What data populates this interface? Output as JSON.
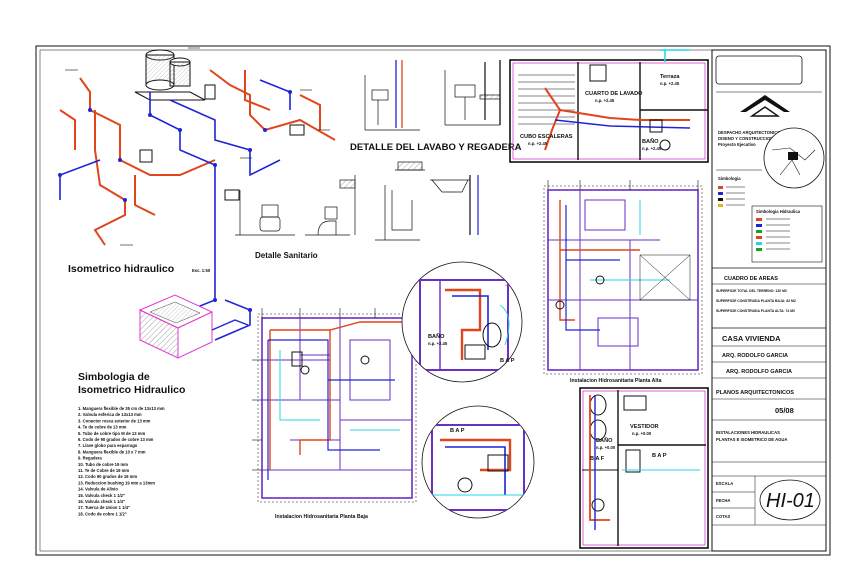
{
  "titles": {
    "detalle_lavabo": "DETALLE DEL LAVABO Y REGADERA",
    "detalle_sanitario": "Detalle Sanitario",
    "isometrico": "Isometrico hidraulico",
    "isometrico_scale": "Esc. 1:50",
    "simbologia_l1": "Simbologia de",
    "simbologia_l2": "Isometrico Hidraulico",
    "plan_low": "Instalacion Hidrosanitaria Planta Baja",
    "plan_high": "Instalacion Hidrosanitaria Planta Alta"
  },
  "legend": [
    "1. Manguera flexible de 35 cm de 13x13 mm",
    "2. Valvula esferica de 13x13 mm",
    "3. Conector rosca exterior de 13 mm",
    "4. Te de cobre de 13 mm",
    "5. Tubo de cobre tipo M de 13 mm",
    "6. Codo de 90 grados de cobre 13 mm",
    "7. Llave globo para esparrago",
    "8. Manguera flexible de 10 x 7 mm",
    "9. Regadera",
    "10. Tubo de cobre 19 mm",
    "11. Te de Cobre de 19 mm",
    "12. Codo 90 grados de 19 mm",
    "13. Reduccion bushing 19 mm a 13mm",
    "14. Valvula de Alivio",
    "15. Valvula check 1 1/2\"",
    "16. Valvula check 1 1/4\"",
    "17. Tuerca de Union 1 1/4\"",
    "18. Codo de cobre 1 1/2\""
  ],
  "rooms": {
    "cuarto_lavado": "CUARTO DE LAVADO",
    "cuarto_lavado_level": "n.p. +2.45",
    "terraza": "Terraza",
    "terraza_level": "n.p. +2.45",
    "cubo_escaleras": "CUBO ESCALERAS",
    "cubo_level": "n.p. +2.45",
    "bano_top": "BAÑO",
    "bano_top_level": "n.p. +2.45",
    "bano_mid": "BAÑO",
    "bano_mid_level": "n.p. +2.45",
    "bano_low": "BAÑO",
    "bano_low_level": "n.p. +0.00",
    "vestidor": "VESTIDOR",
    "vestidor_level": "n.p. +0.00",
    "baf": "B A F",
    "bap1": "B A P",
    "bap2": "B A P",
    "bap3": "B A P"
  },
  "titleblock": {
    "cuadro_areas": "CUADRO DE AREAS",
    "area_1": "SUPERFICIE TOTAL DEL TERRENO: 120 M2",
    "area_2": "SUPERFICIE CONSTRUIDA PLANTA BAJA: 82 M2",
    "area_3": "SUPERFICIE CONSTRUIDA PLANTA ALTA: 74 M2",
    "project": "CASA VIVIENDA",
    "architect1": "ARQ. RODOLFO GARCIA",
    "architect2": "ARQ. RODOLFO GARCIA",
    "plan_type": "PLANOS ARQUITECTONICOS",
    "sheet_no": "05/08",
    "description_1": "INSTALACIONES HIDRAULICAS",
    "description_2": "PLANTAS E ISOMETRICO DE AGUA",
    "code": "HI-01",
    "label_escala": "ESCALA",
    "label_fecha": "FECHA",
    "label_cota": "COTAS",
    "simb_title": "Simbologia Hidraulica",
    "simb_title2": "Simbologia",
    "firm_1": "DESPACHO ARQUITECTONICO",
    "firm_2": "DISENO Y CONSTRUCCION",
    "firm_3": "Proyecto Ejecutivo"
  },
  "colors": {
    "hot_water": "#e0451c",
    "cold_water": "#1f24d8",
    "plumbing_cyan": "#28d3e6",
    "frame_magenta": "#e03bd1",
    "walls_purple": "#6a2fc4",
    "green": "#1aa31a"
  }
}
